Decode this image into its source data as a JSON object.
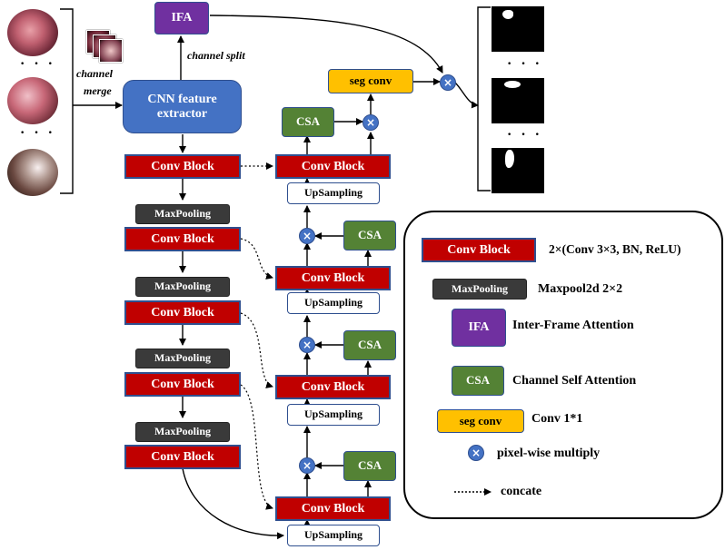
{
  "input": {
    "channel_merge": [
      "channel",
      "merge"
    ],
    "dots": "· · ·"
  },
  "nodes": {
    "ifa": "IFA",
    "channel_split": "channel split",
    "cnn": [
      "CNN feature",
      "extractor"
    ],
    "conv_block": "Conv Block",
    "maxpooling": "MaxPooling",
    "upsampling": "UpSampling",
    "csa": "CSA",
    "seg_conv": "seg conv",
    "mult_symbol": "×"
  },
  "legend": {
    "items": [
      {
        "key": "Conv Block",
        "desc": "2×(Conv 3×3, BN, ReLU)"
      },
      {
        "key": "MaxPooling",
        "desc": "Maxpool2d 2×2"
      },
      {
        "key": "IFA",
        "desc": "Inter-Frame Attention"
      },
      {
        "key": "CSA",
        "desc": "Channel Self Attention"
      },
      {
        "key": "seg conv",
        "desc": "Conv 1*1"
      },
      {
        "key": "×",
        "desc": "pixel-wise multiply"
      },
      {
        "key": "",
        "desc": "concate"
      }
    ]
  },
  "output": {
    "dots": "· · ·"
  },
  "colors": {
    "conv": "#c00000",
    "pool": "#3a3a3a",
    "csa": "#548235",
    "ifa": "#7030a0",
    "seg": "#ffc000",
    "cnn": "#4472c4",
    "mult": "#4472c4"
  }
}
